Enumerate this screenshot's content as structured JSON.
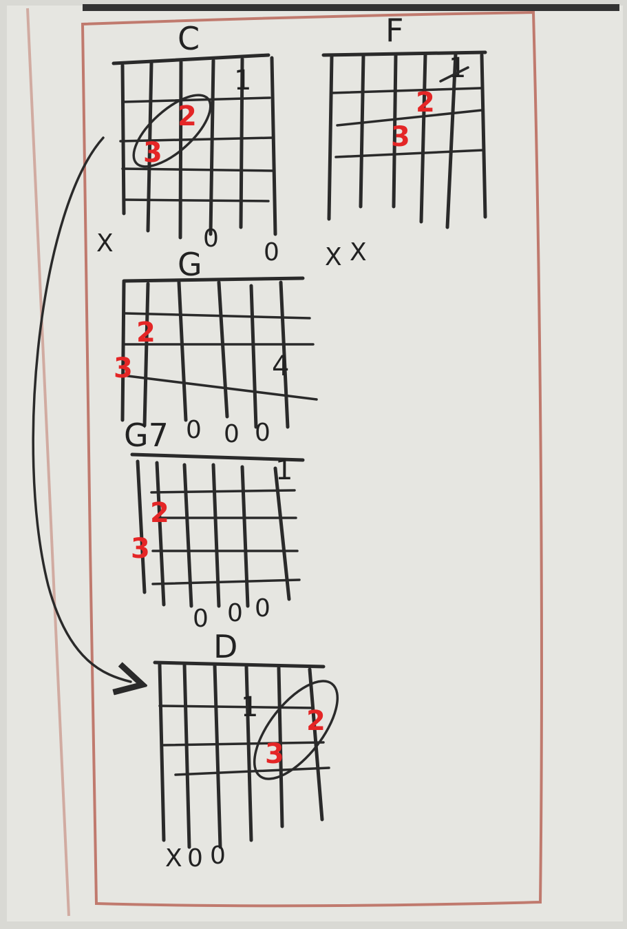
{
  "colors": {
    "paper": "#e6e6e1",
    "ink": "#2a2a2a",
    "finger_red": "#e42626",
    "border": "#c07a6e"
  },
  "chords": [
    {
      "id": "c",
      "name": "C",
      "fingers": [
        {
          "label": "1",
          "color": "dark"
        },
        {
          "label": "2",
          "color": "red"
        },
        {
          "label": "3",
          "color": "red"
        }
      ],
      "open_muted": [
        "X",
        "0",
        "0"
      ]
    },
    {
      "id": "f",
      "name": "F",
      "fingers": [
        {
          "label": "1",
          "color": "dark"
        },
        {
          "label": "2",
          "color": "red"
        },
        {
          "label": "3",
          "color": "red"
        }
      ],
      "open_muted": [
        "X",
        "X"
      ]
    },
    {
      "id": "g",
      "name": "G",
      "fingers": [
        {
          "label": "2",
          "color": "red"
        },
        {
          "label": "3",
          "color": "red"
        },
        {
          "label": "4",
          "color": "dark"
        }
      ],
      "open_muted": [
        "0",
        "0",
        "0"
      ]
    },
    {
      "id": "g7",
      "name": "G7",
      "fingers": [
        {
          "label": "1",
          "color": "dark"
        },
        {
          "label": "2",
          "color": "red"
        },
        {
          "label": "3",
          "color": "red"
        }
      ],
      "open_muted": [
        "0",
        "0",
        "0"
      ]
    },
    {
      "id": "d",
      "name": "D",
      "fingers": [
        {
          "label": "1",
          "color": "dark"
        },
        {
          "label": "2",
          "color": "red"
        },
        {
          "label": "3",
          "color": "red"
        }
      ],
      "open_muted": [
        "X",
        "0",
        "0"
      ]
    }
  ]
}
